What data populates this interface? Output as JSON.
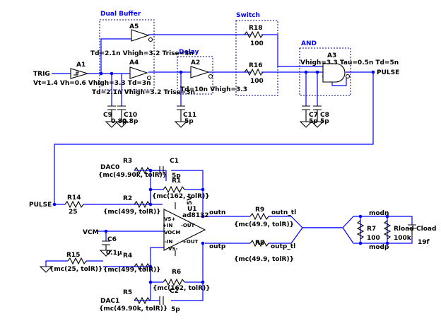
{
  "labels": {
    "dual_buffer": "Dual Buffer",
    "delay": "Delay",
    "switch": "Switch",
    "and": "AND"
  },
  "nets": {
    "trig": "TRIG",
    "pulse": "PULSE",
    "outn": "outn",
    "outp": "outp",
    "outn_tl": "outn_tl",
    "outp_tl": "outp_tl",
    "modn": "modn",
    "modp": "modp",
    "vcm": "VCM"
  },
  "components": {
    "a1": {
      "name": "A1",
      "params": "Vt=1.4 Vh=0.6 Vhigh=3.3 Td=3n"
    },
    "a5": {
      "name": "A5",
      "params": "Td=2.1n Vhigh=3.2 Trise=3n"
    },
    "a4": {
      "name": "A4",
      "params": "Td=2.1n Vhigh=3.2 Trise=3n"
    },
    "a2": {
      "name": "A2",
      "params": "Td=10n Vhigh=3.3"
    },
    "a3": {
      "name": "A3",
      "params": "Vhigh=3.3 Tau=0.5n Td=5n"
    },
    "r18": {
      "name": "R18",
      "value": "100"
    },
    "r16": {
      "name": "R16",
      "value": "100"
    },
    "c9": {
      "name": "C9",
      "value": "0.8p"
    },
    "c10": {
      "name": "C10",
      "value": "0.8p"
    },
    "c11": {
      "name": "C11",
      "value": "5p"
    },
    "c7": {
      "name": "C7",
      "value": "5p"
    },
    "c8": {
      "name": "C8",
      "value": "5p"
    },
    "r14": {
      "name": "R14",
      "value": "25"
    },
    "r3": {
      "name": "R3",
      "label": "DAC0",
      "value": "{mc(49.90k, tolR)}"
    },
    "c1": {
      "name": "C1",
      "value": "5p"
    },
    "r1": {
      "name": "R1",
      "value": "{mc(162, tolR)}"
    },
    "r2": {
      "name": "R2",
      "value": "{mc(499, tolR)}"
    },
    "u1": {
      "name": "U1",
      "part": "ad8132",
      "supply": "5V",
      "pins": {
        "vs_plus": "VS+",
        "in_plus": "+IN",
        "out_minus": "-OUT",
        "vocm": "VOCM",
        "in_minus": "-IN",
        "out_plus": "+OUT",
        "vs_minus": "VS-"
      }
    },
    "r9": {
      "name": "R9",
      "value": "{mc(49.9, tolR)}"
    },
    "r8": {
      "name": "R8",
      "value": "{mc(49.9, tolR)}"
    },
    "r7": {
      "name": "R7",
      "value": "100"
    },
    "rload": {
      "name": "Rload",
      "value": "100k"
    },
    "cload": {
      "name": "Cload",
      "value": "19f"
    },
    "c6": {
      "name": "C6",
      "value": "0.1µ"
    },
    "r15": {
      "name": "R15",
      "value": "{mc(25, tolR)}"
    },
    "r4": {
      "name": "R4",
      "value": "{mc(499, tolR)}"
    },
    "r6": {
      "name": "R6",
      "value": "{mc(162, tolR)}"
    },
    "c2": {
      "name": "C2",
      "value": "5p"
    },
    "r5": {
      "name": "R5",
      "label": "DAC1",
      "value": "{mc(49.90k, tolR)}"
    }
  },
  "colors": {
    "wire": "#0000ff",
    "component": "#000000",
    "group_box": "#000080",
    "background": "#ffffff"
  }
}
